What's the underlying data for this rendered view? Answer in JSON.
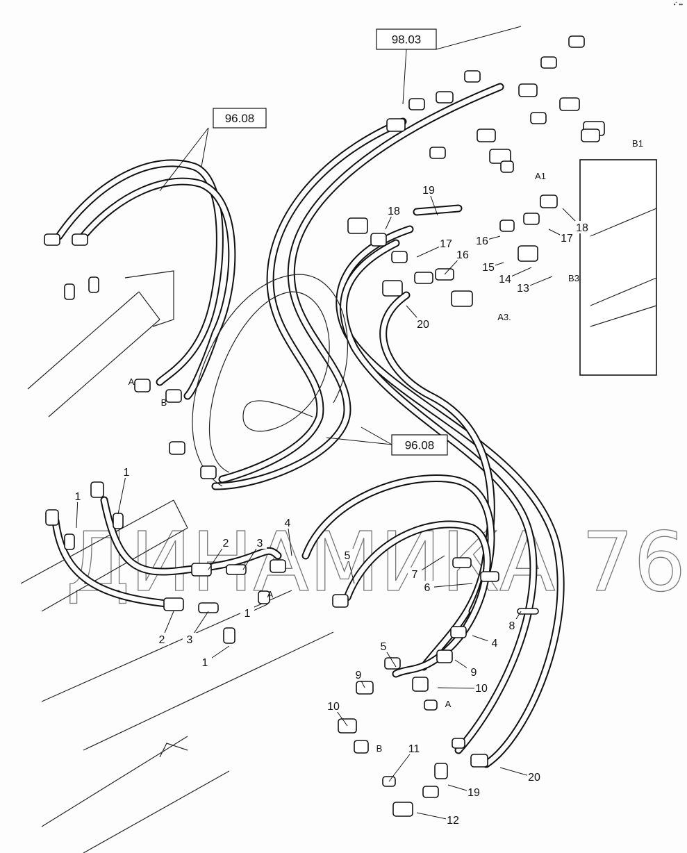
{
  "corner_mark": "•ˆ ••",
  "watermark": "ДИНАМИКА 76",
  "references": [
    "98.03",
    "96.08",
    "96.08"
  ],
  "callouts": [
    "19",
    "18",
    "17",
    "16",
    "18",
    "17",
    "16",
    "15",
    "14",
    "13",
    "20",
    "1",
    "1",
    "2",
    "3",
    "4",
    "5",
    "7",
    "6",
    "8",
    "4",
    "5",
    "9",
    "9",
    "10",
    "10",
    "2",
    "3",
    "1",
    "1",
    "11",
    "20",
    "19",
    "12"
  ],
  "ports": [
    "A1",
    "B1",
    "B3",
    "A3.",
    "A",
    "B",
    "A",
    "A",
    "B"
  ]
}
